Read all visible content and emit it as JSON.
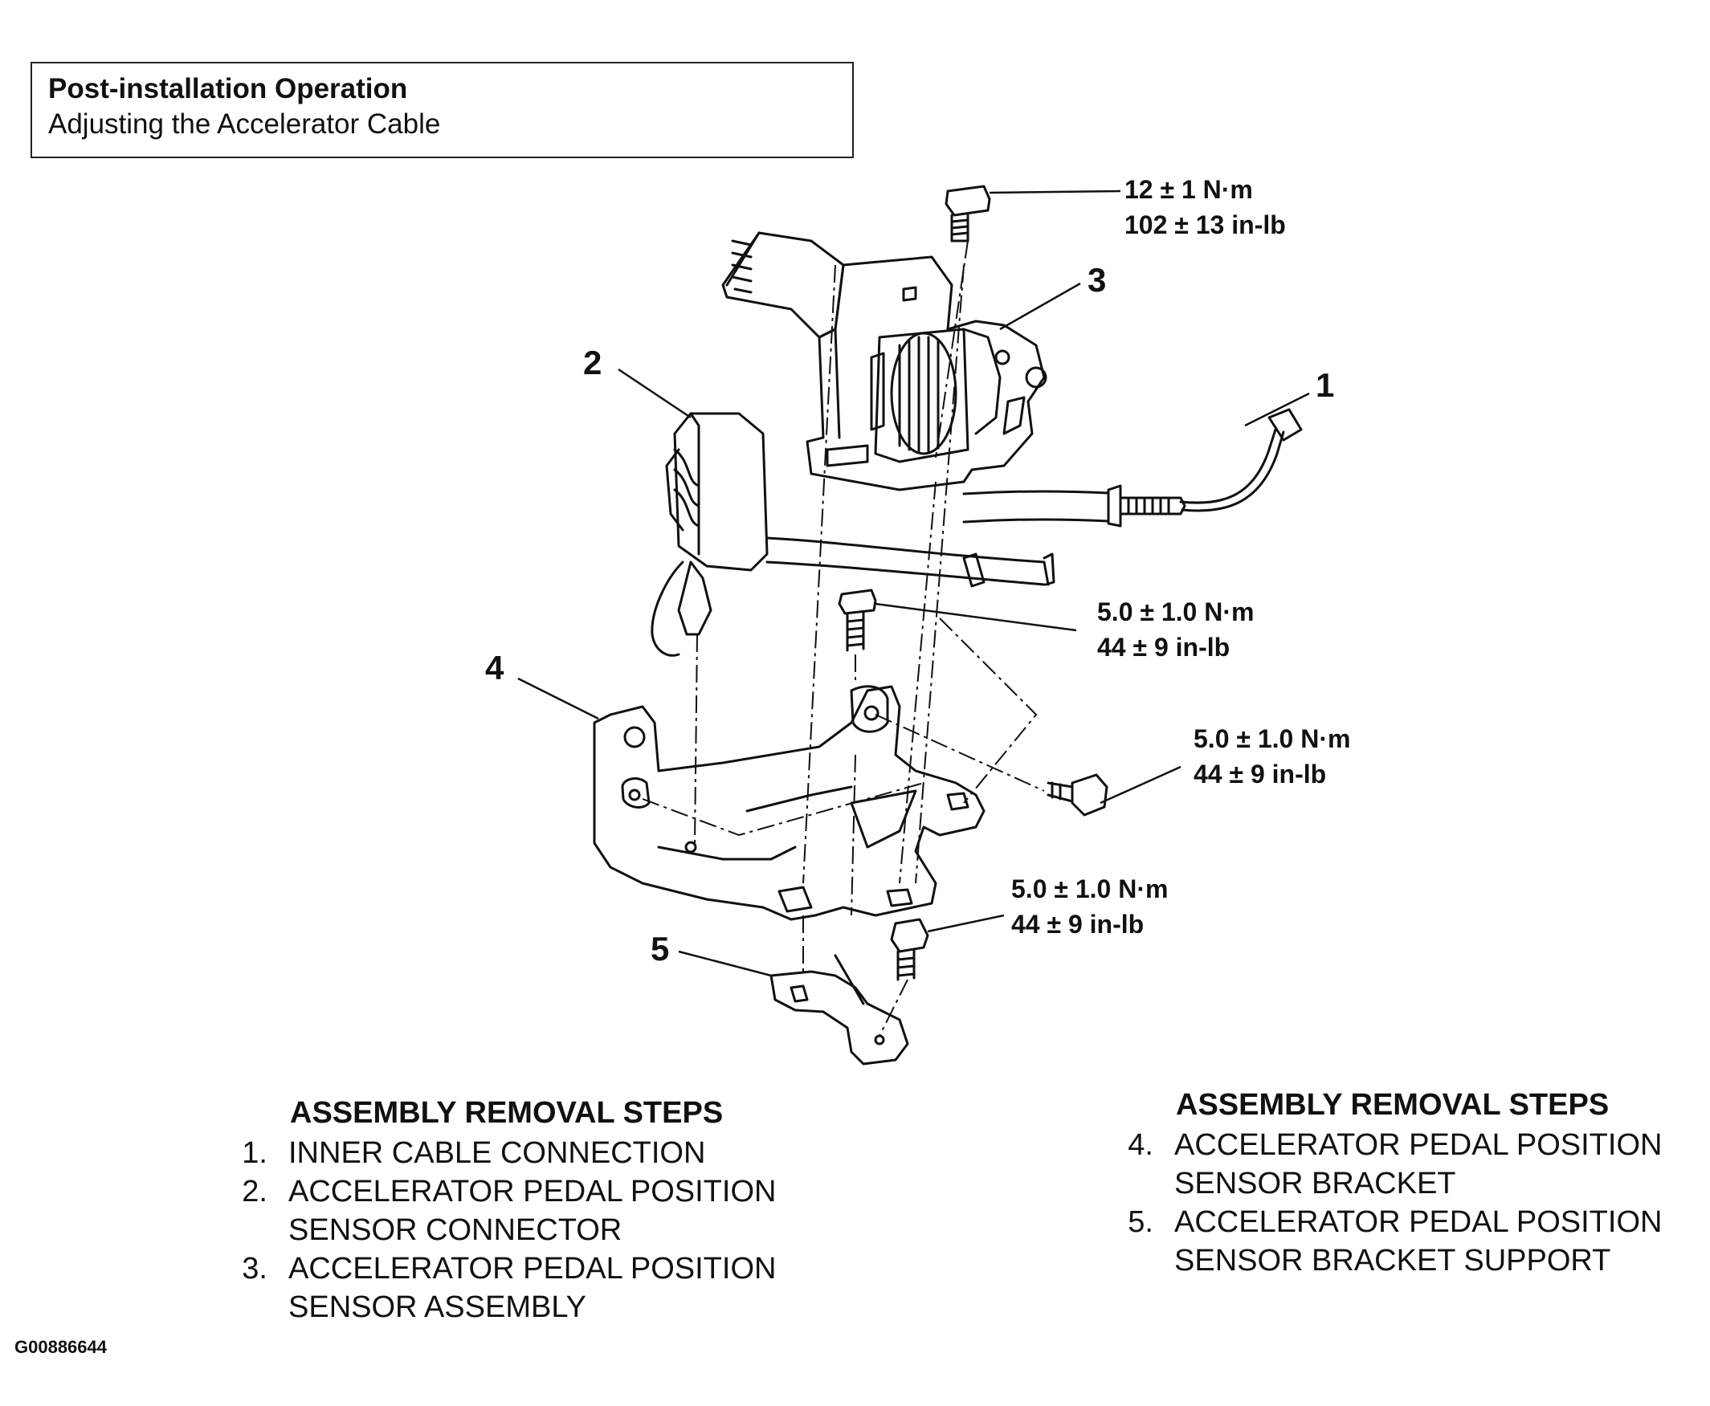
{
  "info_box": {
    "title": "Post-installation Operation",
    "subtitle": "Adjusting the Accelerator Cable"
  },
  "callouts": [
    "1",
    "2",
    "3",
    "4",
    "5"
  ],
  "torques": [
    {
      "nm": "12 ± 1 N·m",
      "inlb": "102 ± 13 in-lb"
    },
    {
      "nm": "5.0 ± 1.0 N·m",
      "inlb": "44 ± 9 in-lb"
    },
    {
      "nm": "5.0 ± 1.0 N·m",
      "inlb": "44 ± 9 in-lb"
    },
    {
      "nm": "5.0 ± 1.0 N·m",
      "inlb": "44 ± 9 in-lb"
    }
  ],
  "steps_left": {
    "heading": "ASSEMBLY REMOVAL STEPS",
    "items": [
      {
        "num": "1.",
        "text": "INNER CABLE CONNECTION"
      },
      {
        "num": "2.",
        "text": "ACCELERATOR PEDAL POSITION\nSENSOR CONNECTOR"
      },
      {
        "num": "3.",
        "text": "ACCELERATOR PEDAL POSITION\nSENSOR ASSEMBLY"
      }
    ]
  },
  "steps_right": {
    "heading": "ASSEMBLY REMOVAL STEPS",
    "items": [
      {
        "num": "4.",
        "text": "ACCELERATOR PEDAL POSITION\nSENSOR BRACKET"
      },
      {
        "num": "5.",
        "text": "ACCELERATOR PEDAL POSITION\nSENSOR BRACKET SUPPORT"
      }
    ]
  },
  "figure_id": "G00886644"
}
